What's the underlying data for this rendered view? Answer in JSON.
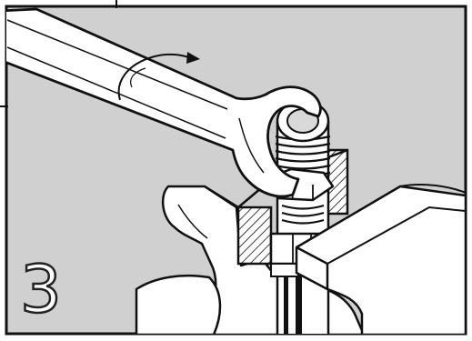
{
  "step_number": "3",
  "colors": {
    "panel_background": "#d0d0d0",
    "outline": "#111111",
    "fill": "#ffffff",
    "shadow": "#9a9a9a"
  },
  "icons": [
    "wrench",
    "rotation-arrow",
    "bolt",
    "hex-nut",
    "vise-jaw"
  ]
}
